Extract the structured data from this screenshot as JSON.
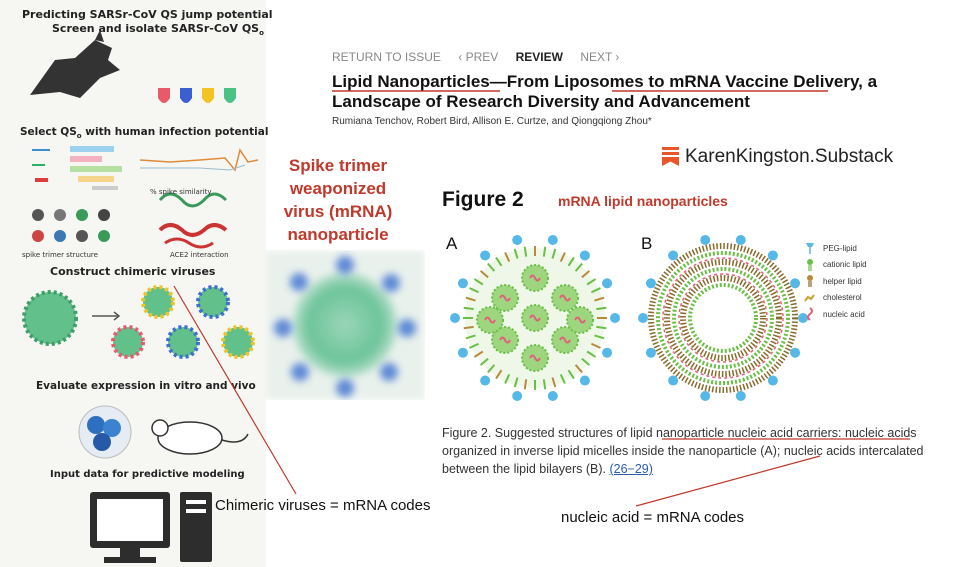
{
  "left_panel": {
    "title_line1": "Predicting SARSr-CoV QS jump potential",
    "title_line2": "Screen and isolate SARSr-CoV QS",
    "title_line2_sub": "o",
    "step_select": "Select QS",
    "step_select_sub": "o",
    "step_select_rest": " with human infection potential",
    "label_spike_similarity": "% spike similarity",
    "label_spike_trimer": "spike trimer structure",
    "label_ace2": "ACE2 interaction",
    "step_construct": "Construct chimeric viruses",
    "step_evaluate": "Evaluate expression in vitro and vivo",
    "step_input": "Input data for predictive modeling"
  },
  "spike_label": {
    "line1": "Spike trimer",
    "line2": "weaponized",
    "line3": "virus (mRNA)",
    "line4": "nanoparticle"
  },
  "article": {
    "nav": {
      "return": "RETURN TO ISSUE",
      "prev": "‹ PREV",
      "review": "REVIEW",
      "next": "NEXT ›"
    },
    "title": "Lipid Nanoparticles—From Liposomes to mRNA Vaccine Delivery, a Landscape of Research Diversity and Advancement",
    "authors": "Rumiana Tenchov, Robert Bird, Allison E. Curtze, and Qiongqiong Zhou*"
  },
  "substack": "KarenKingston.Substack",
  "figure": {
    "title": "Figure 2",
    "subtitle": "mRNA lipid nanoparticles",
    "panel_a": "A",
    "panel_b": "B",
    "legend": [
      {
        "label": "PEG-lipid",
        "icon": "peg-lipid-icon",
        "color": "#56b8e6"
      },
      {
        "label": "cationic lipid",
        "icon": "cationic-lipid-icon",
        "color": "#6abf45"
      },
      {
        "label": "helper lipid",
        "icon": "helper-lipid-icon",
        "color": "#b88a3a"
      },
      {
        "label": "cholesterol",
        "icon": "cholesterol-icon",
        "color": "#c9a227"
      },
      {
        "label": "nucleic acid",
        "icon": "nucleic-acid-icon",
        "color": "#e2607a"
      }
    ],
    "caption_part1": "Figure 2. Suggested structures of lipid nanoparticle nucleic acid carriers: nucleic acids organized in inverse lipid micelles inside the nanoparticle (A); nucleic acids intercalated between the lipid bilayers (B). ",
    "caption_ref": "(26−29)"
  },
  "annotations": {
    "chimeric": "Chimeric viruses = mRNA codes",
    "nucleic": "nucleic acid = mRNA codes"
  },
  "colors": {
    "accent_red": "#c0392b",
    "substack_orange": "#e8562a",
    "link_blue": "#2a5db0"
  }
}
